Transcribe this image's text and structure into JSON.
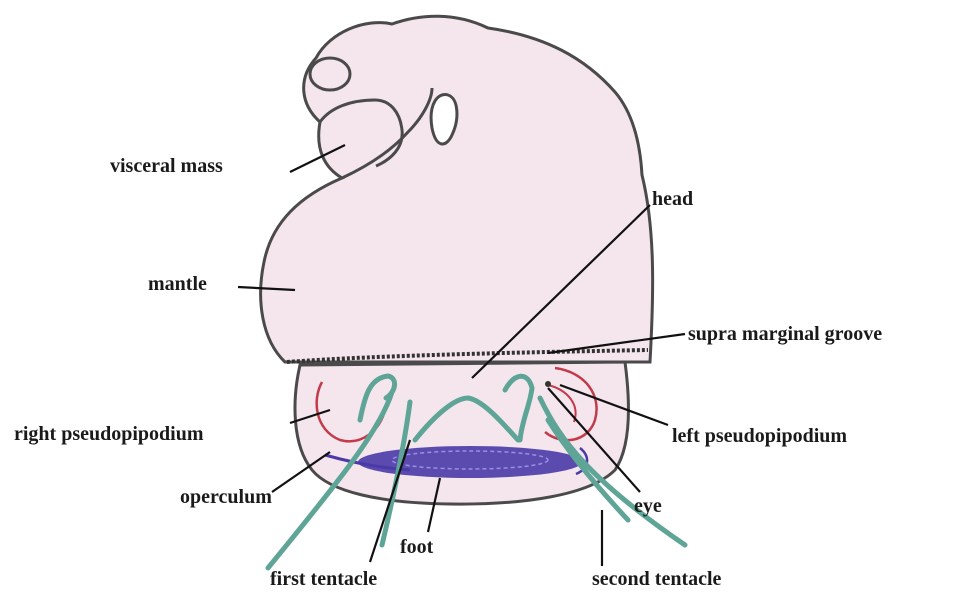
{
  "labels": {
    "visceral_mass": "visceral mass",
    "mantle": "mantle",
    "head": "head",
    "supra_marginal_groove": "supra marginal groove",
    "right_pseudopipodium": "right pseudopipodium",
    "left_pseudopipodium": "left pseudopipodium",
    "operculum": "operculum",
    "eye": "eye",
    "foot": "foot",
    "first_tentacle": "first tentacle",
    "second_tentacle": "second tentacle"
  },
  "colors": {
    "body_fill": "#f4e6ec",
    "outline": "#4a4a4a",
    "tentacle": "#5fa597",
    "pseudopodium": "#c23b4a",
    "foot": "#4a3aa8",
    "leader": "#111111"
  }
}
